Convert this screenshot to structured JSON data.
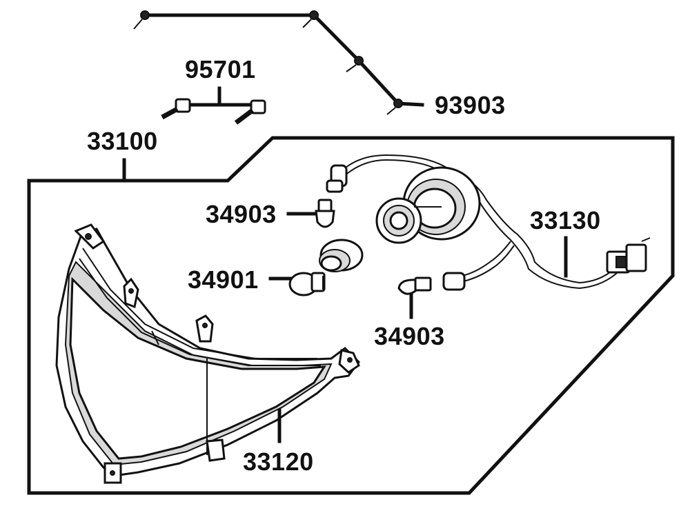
{
  "diagram": {
    "labels": {
      "screw_set": "93903",
      "bolt_set": "95701",
      "headlight_assembly": "33100",
      "bulb_top": "34903",
      "bulb_main": "34901",
      "bulb_bottom": "34903",
      "wire_harness": "33130",
      "headlight_lens": "33120"
    }
  }
}
